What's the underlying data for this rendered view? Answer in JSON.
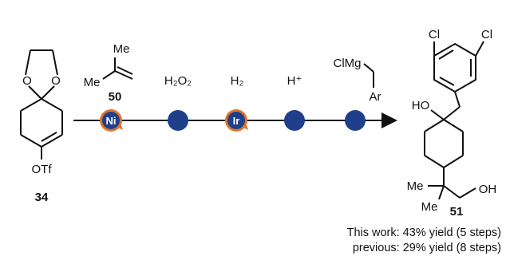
{
  "starting_material": {
    "id": "34",
    "group": "OTf",
    "acetal_o_left": "O",
    "acetal_o_right": "O"
  },
  "reagents": {
    "alkene_label": "Me",
    "alkene_label_2": "Me",
    "alkene_id": "50",
    "oxidant": "H₂O₂",
    "hydrogen": "H₂",
    "acid": "H⁺",
    "grignard_prefix": "ClMg",
    "grignard_aryl": "Ar"
  },
  "catalysts": {
    "nickel": "Ni",
    "iridium": "Ir"
  },
  "product": {
    "id": "51",
    "cl_1": "Cl",
    "cl_2": "Cl",
    "ho": "HO",
    "oh": "OH",
    "me_1": "Me",
    "me_2": "Me"
  },
  "results": {
    "this_work": "This work: 43% yield (5 steps)",
    "previous": "previous: 29% yield (8 steps)"
  },
  "colors": {
    "node_fill": "#1f3f8a",
    "catalyst_ring": "#e0742a",
    "line": "#111111"
  }
}
